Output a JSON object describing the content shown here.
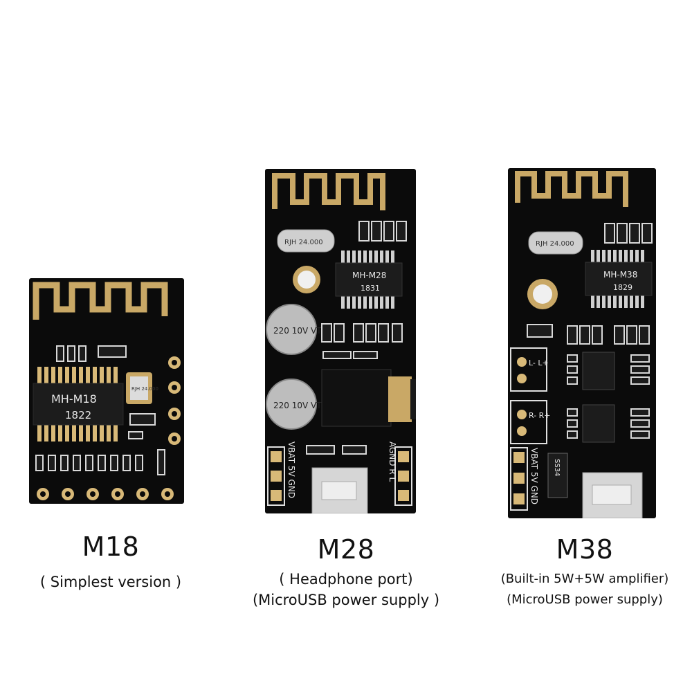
{
  "boards": [
    {
      "model": "M18",
      "notes": [
        "( Simplest version )"
      ],
      "chip_label": "MH-M18",
      "chip_code": "1822",
      "crystal_label": "RJH 24.000"
    },
    {
      "model": "M28",
      "notes": [
        "( Headphone port)",
        "(MicroUSB power supply )"
      ],
      "chip_label": "MH-M28",
      "chip_code": "1831",
      "crystal_label": "RJH 24.000",
      "cap_label": "220 10V VT",
      "pins_left": "VBAT 5V GND",
      "pins_right": "AGND R L"
    },
    {
      "model": "M38",
      "notes": [
        "(Built-in 5W+5W amplifier)",
        "(MicroUSB power supply)"
      ],
      "chip_label": "MH-M38",
      "chip_code": "1829",
      "crystal_label": "RJH 24.000",
      "diode_label": "SS34",
      "pins_left": "VBAT 5V GND",
      "out_left": "L- L+",
      "out_right": "R- R+"
    }
  ],
  "colors": {
    "pcb": "#0b0b0b",
    "antenna_gold": "#c9a866",
    "pad_gold": "#d8b978",
    "chip_body": "#1c1c1c",
    "silver": "#cfcfcf"
  }
}
